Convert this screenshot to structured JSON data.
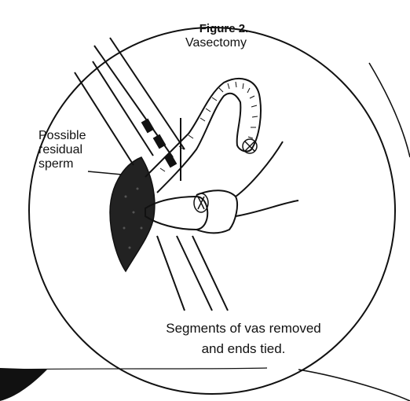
{
  "figure": {
    "number": "Figure 2.",
    "title": "Vasectomy"
  },
  "labels": {
    "residual_line1": "Possible",
    "residual_line2": "residual",
    "residual_line3": "sperm"
  },
  "caption": {
    "line1": "Segments of vas removed",
    "line2": "and ends tied."
  },
  "colors": {
    "ink": "#111111",
    "paper": "#ffffff"
  }
}
